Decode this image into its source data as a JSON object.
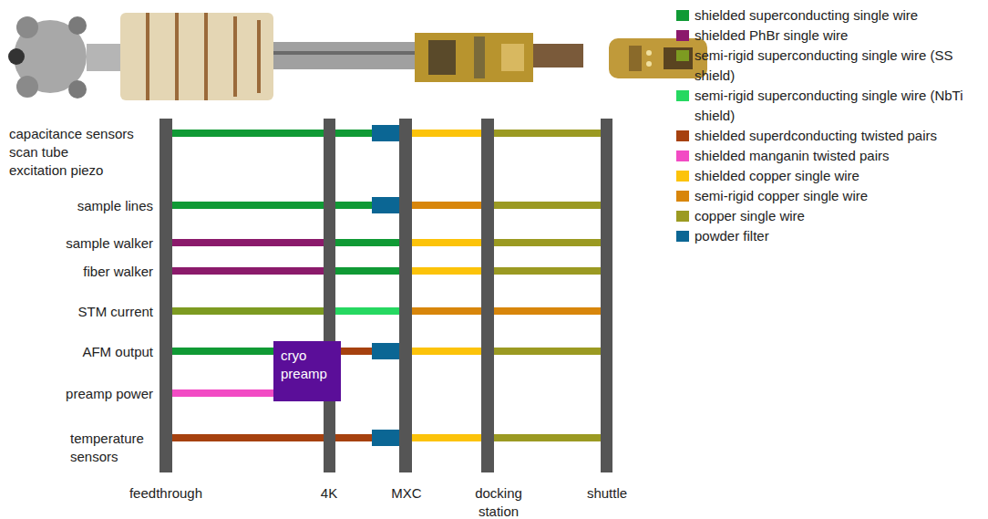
{
  "diagram": {
    "nodes": [
      {
        "text": [
          "cryo preamp"
        ]
      }
    ],
    "labels": [
      "capacitance sensors",
      "scan tube",
      "excitation piezo",
      "sample lines",
      "sample walker",
      "fiber walker",
      "STM current",
      "AFM output",
      "preamp power",
      "temperature sensors",
      "feedthrough",
      "4K",
      "MXC",
      "docking station",
      "shuttle"
    ],
    "legend": [
      {
        "text": "shielded superconducting single wire",
        "color": "#109a35"
      },
      {
        "text": "shielded PhBr single wire",
        "color": "#8b1a6b"
      },
      {
        "text": "semi-rigid superconducting single wire (SS shield)",
        "color": "#7d9b21"
      },
      {
        "text": "semi-rigid superconducting single wire (NbTi shield)",
        "color": "#26d861"
      },
      {
        "text": "shielded superdconducting twisted pairs",
        "color": "#a6410f"
      },
      {
        "text": "shielded manganin twisted pairs",
        "color": "#f24bc4"
      },
      {
        "text": "shielded copper single wire",
        "color": "#fcc30a"
      },
      {
        "text": "semi-rigid copper single wire",
        "color": "#d8860b"
      },
      {
        "text": "copper single wire",
        "color": "#9b9a22"
      },
      {
        "text": "powder filter",
        "color": "#0b6694"
      }
    ]
  }
}
